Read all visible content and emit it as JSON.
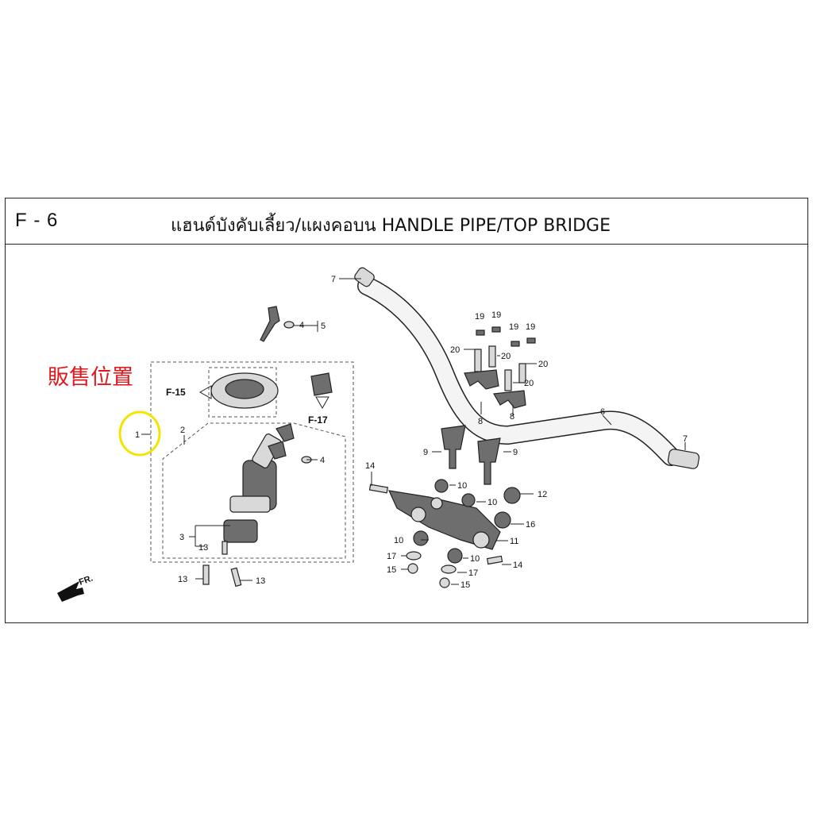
{
  "header": {
    "code": "F - 6",
    "title": "แฮนด์บังคับเลี้ยว/แผงคอบน  HANDLE PIPE/TOP BRIDGE"
  },
  "annotation": {
    "sale_position": "販售位置",
    "highlight_color": "#f2e600",
    "text_color": "#e0181b"
  },
  "refs": {
    "f15": "F-15",
    "f17": "F-17",
    "front": "FR."
  },
  "callouts": {
    "c1": "1",
    "c2": "2",
    "c3": "3",
    "c4a": "4",
    "c4b": "4",
    "c5": "5",
    "c6": "6",
    "c7a": "7",
    "c7b": "7",
    "c8a": "8",
    "c8b": "8",
    "c9a": "9",
    "c9b": "9",
    "c10a": "10",
    "c10b": "10",
    "c10c": "10",
    "c10d": "10",
    "c11": "11",
    "c12": "12",
    "c13a": "13",
    "c13b": "13",
    "c13c": "13",
    "c14a": "14",
    "c14b": "14",
    "c15a": "15",
    "c15b": "15",
    "c16": "16",
    "c17a": "17",
    "c17b": "17",
    "c19a": "19",
    "c19b": "19",
    "c19c": "19",
    "c19d": "19",
    "c20a": "20",
    "c20b": "20",
    "c20c": "20",
    "c20d": "20"
  }
}
